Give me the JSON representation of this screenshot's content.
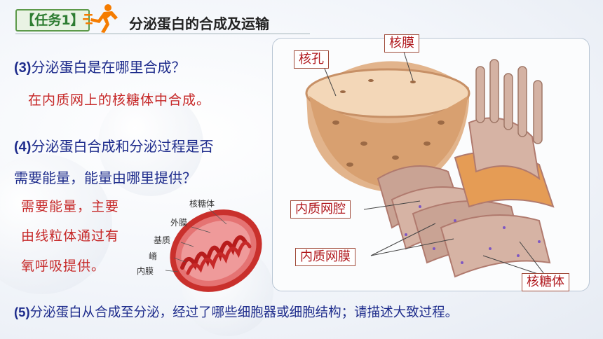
{
  "header": {
    "task_badge": "【任务1】",
    "icon": "running-person-icon",
    "title": "分泌蛋白的合成及运输"
  },
  "questions": [
    {
      "num": "(3)",
      "text": "分泌蛋白是在哪里合成？"
    },
    {
      "num": "(4)",
      "text": "分泌蛋白合成和分泌过程是否",
      "text2": "需要能量，能量由哪里提供？"
    },
    {
      "num": "(5)",
      "text": "分泌蛋白从合成至分泌，经过了哪些细胞器或细胞结构；请描述大致过程。"
    }
  ],
  "answers": {
    "q3": "在内质网上的核糖体中合成。",
    "q4_line1": "需要能量，主要",
    "q4_line2": "由线粒体通过有",
    "q4_line3": "氧呼吸提供。"
  },
  "mitochondria_labels": {
    "ribosome": "核糖体",
    "outer_membrane": "外膜",
    "matrix": "基质",
    "cristae": "嵴",
    "inner_membrane": "内膜"
  },
  "diagram_labels": {
    "nuclear_pore": "核孔",
    "nuclear_envelope": "核膜",
    "er_lumen": "内质网腔",
    "er_membrane": "内质网膜",
    "ribosome": "核糖体"
  },
  "colors": {
    "question": "#1e2c8c",
    "answer": "#c62828",
    "badge_green": "#2e7d32",
    "runner_orange": "#f57c00"
  }
}
